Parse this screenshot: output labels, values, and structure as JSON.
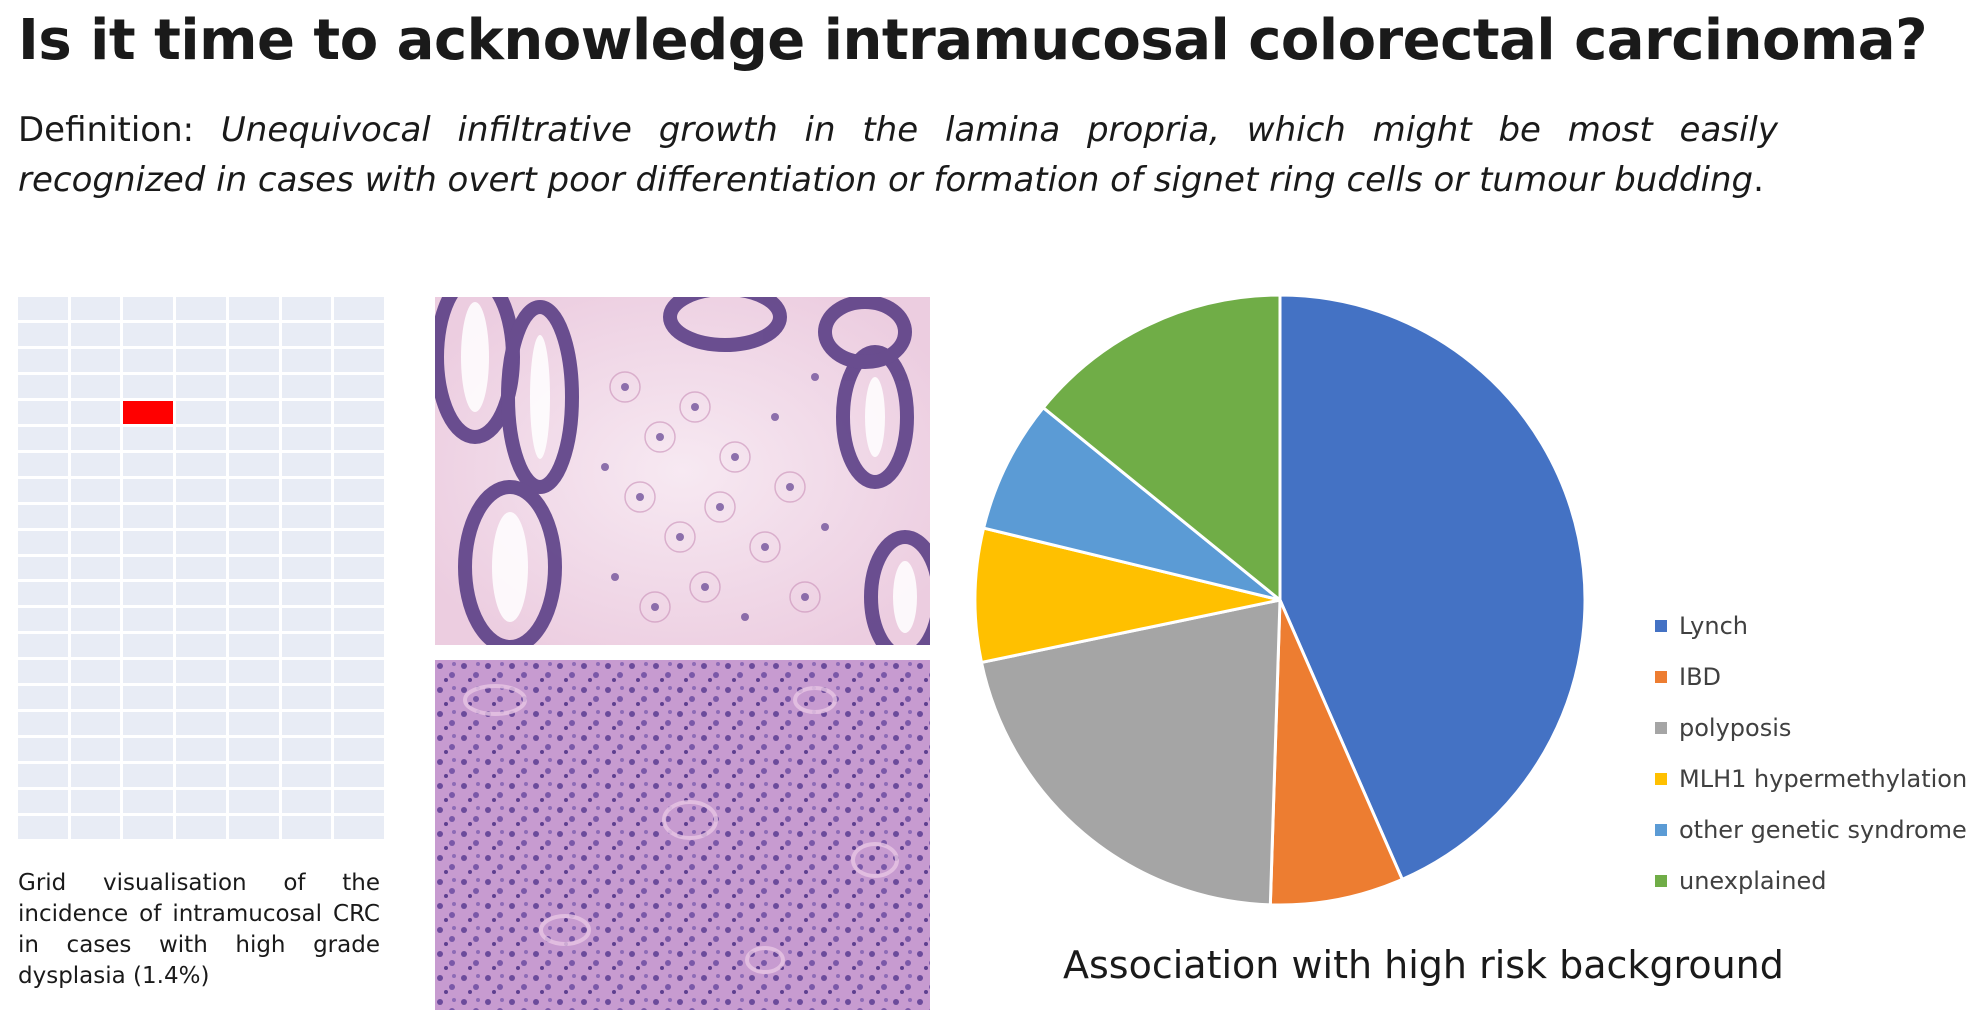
{
  "slide": {
    "title": "Is it time to acknowledge intramucosal colorectal carcinoma?",
    "definition_label": "Definition: ",
    "definition_text": "Unequivocal infiltrative growth in the lamina propria, which might be most easily recognized in cases with overt poor differentiation or formation of signet ring cells or tumour budding",
    "definition_end": "."
  },
  "grid_visual": {
    "columns": 7,
    "rows": 21,
    "marked_cells": [
      {
        "row": 5,
        "col": 3
      }
    ],
    "cell_color": "#e8ecf5",
    "marked_color": "#ff0000",
    "caption": "Grid visualisation of the incidence of intramucosal CRC in cases with high grade dysplasia (1.4%)"
  },
  "chart_data": {
    "type": "pie",
    "title": "Association with high risk background",
    "legend_position": "right",
    "start_angle_deg": 0,
    "direction": "clockwise",
    "slices": [
      {
        "label": "Lynch",
        "value": 43,
        "color": "#4472c4"
      },
      {
        "label": "IBD",
        "value": 7,
        "color": "#ed7d31"
      },
      {
        "label": "polyposis",
        "value": 21,
        "color": "#a5a5a5"
      },
      {
        "label": "MLH1 hypermethylation",
        "value": 7,
        "color": "#ffc000"
      },
      {
        "label": "other genetic syndrome",
        "value": 7,
        "color": "#5b9bd5"
      },
      {
        "label": "unexplained",
        "value": 14,
        "color": "#70ad47"
      }
    ]
  }
}
